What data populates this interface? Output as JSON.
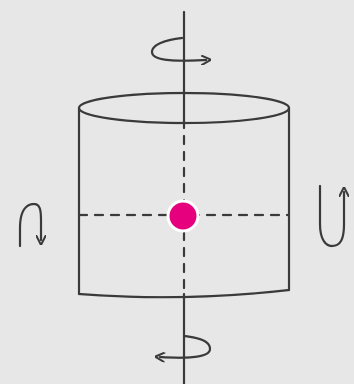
{
  "diagram": {
    "subject": "cylinder",
    "colors": {
      "background": "#e7e7e8",
      "stroke": "#3a3a3a",
      "center_point": "#e6007e",
      "center_point_outline": "#ffffff"
    },
    "icons": {
      "top_rotation": "rotation-arrow-right",
      "bottom_rotation": "rotation-arrow-left",
      "left_rotation": "rotation-arrow-down",
      "right_rotation": "rotation-arrow-up"
    }
  }
}
